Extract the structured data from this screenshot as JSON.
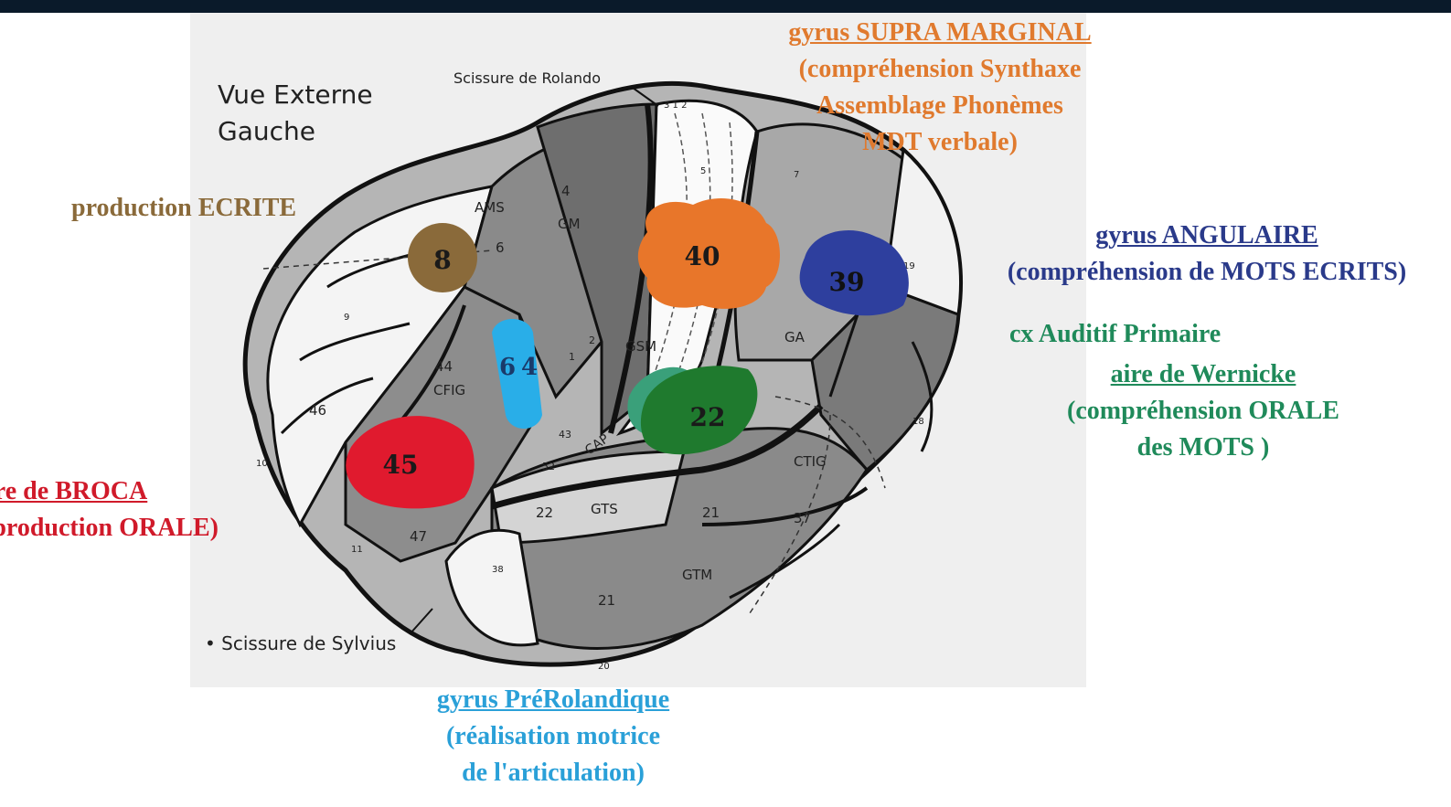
{
  "header": {
    "title_fragment": ""
  },
  "view": {
    "line1": "Vue Externe",
    "line2": "Gauche"
  },
  "fissures": {
    "rolando": "Scissure de Rolando",
    "sylvius": "Scissure de Sylvius"
  },
  "colors": {
    "brown": "#8a6a3a",
    "orange": "#e07a2e",
    "navy": "#2a3a8a",
    "green": "#1f8a5a",
    "dark_green": "#1a7a2e",
    "red": "#d01a2a",
    "cyan": "#2aa0d8"
  },
  "annotations": {
    "production_ecrite": "production ECRITE",
    "supramarginal": {
      "title": "gyrus SUPRA MARGINAL",
      "line1": "(compréhension Synthaxe",
      "line2": "Assemblage Phonèmes",
      "line3": "MDT verbale)"
    },
    "angulaire": {
      "title": "gyrus ANGULAIRE",
      "line1": "(compréhension de MOTS ECRITS)"
    },
    "auditif": "cx Auditif Primaire",
    "wernicke": {
      "title": "aire de Wernicke",
      "line1": "(compréhension ORALE",
      "line2": "des MOTS )"
    },
    "broca": {
      "title": "aire de BROCA",
      "line1": "(production ORALE)"
    },
    "prerolandique": {
      "title": "gyrus PréRolandique",
      "line1": "(réalisation motrice",
      "line2": "de l'articulation)"
    }
  },
  "highlight_areas": {
    "area8": "8",
    "area40": "40",
    "area39": "39",
    "area6": "6",
    "area4": "4",
    "area22": "22",
    "area45": "45"
  },
  "map_labels": {
    "ams": "AMS",
    "gm": "GM",
    "gsm": "GSM",
    "cfig": "CFIG",
    "cap": "CAP",
    "gts": "GTS",
    "gtm": "GTM",
    "ctig": "CTIG",
    "ga": "GA",
    "n4": "4",
    "n6": "6",
    "n44": "44",
    "n46": "46",
    "n47": "47",
    "n43": "43",
    "n52": "52",
    "n22": "22",
    "n21a": "21",
    "n21b": "21",
    "n37": "37",
    "n38": "38",
    "n1": "1",
    "n2": "2",
    "n312": "3 1 2",
    "n10": "10",
    "n11": "11",
    "n9": "9",
    "n19": "19",
    "n18": "18",
    "n20": "20",
    "n7": "7",
    "n5": "5"
  }
}
